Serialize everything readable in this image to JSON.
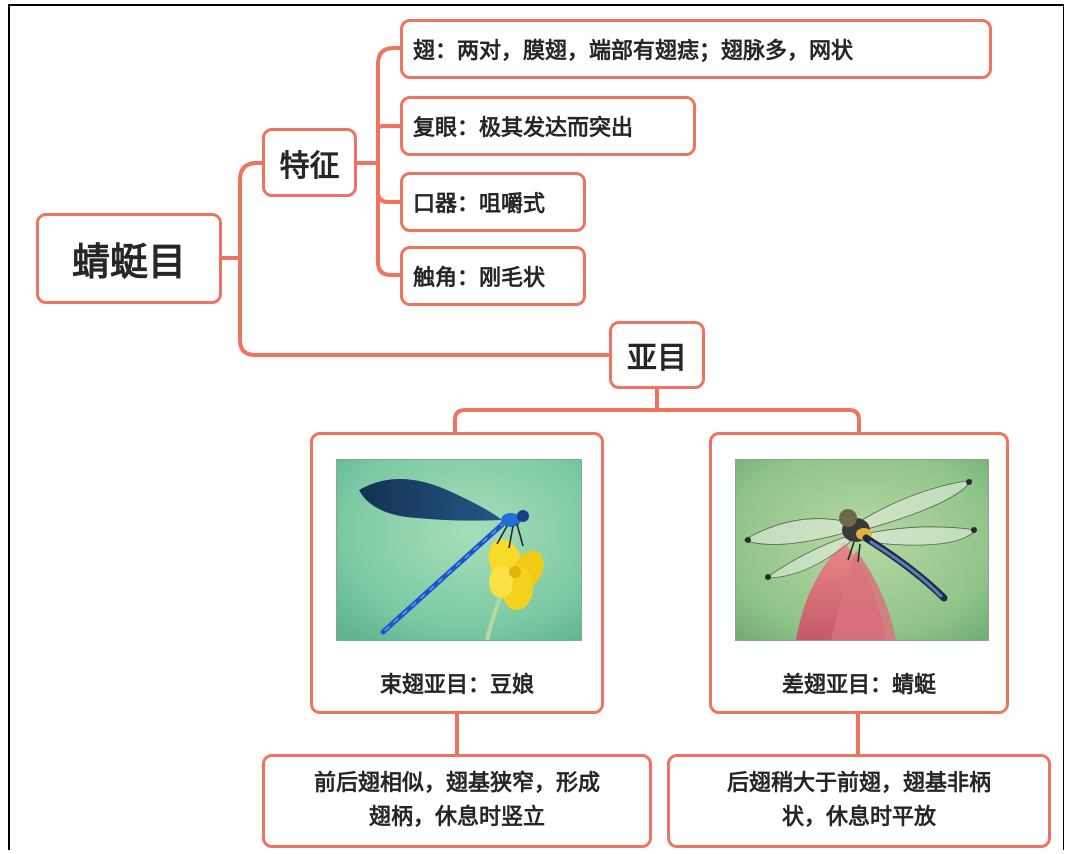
{
  "root": "蜻蜓目",
  "features": {
    "title": "特征",
    "items": [
      "翅：两对，膜翅，端部有翅痣；翅脉多，网状",
      "复眼：极其发达而突出",
      "口器：咀嚼式",
      "触角：刚毛状"
    ]
  },
  "suborders": {
    "title": "亚目",
    "left": {
      "label": "束翅亚目：豆娘",
      "desc_line1": "前后翅相似，翅基狭窄，形成",
      "desc_line2": "翅柄，休息时竖立"
    },
    "right": {
      "label": "差翅亚目：蜻蜓",
      "desc_line1": "后翅稍大于前翅，翅基非柄",
      "desc_line2": "状，休息时平放"
    }
  },
  "colors": {
    "accent": "#f0735f",
    "text": "#262626"
  }
}
